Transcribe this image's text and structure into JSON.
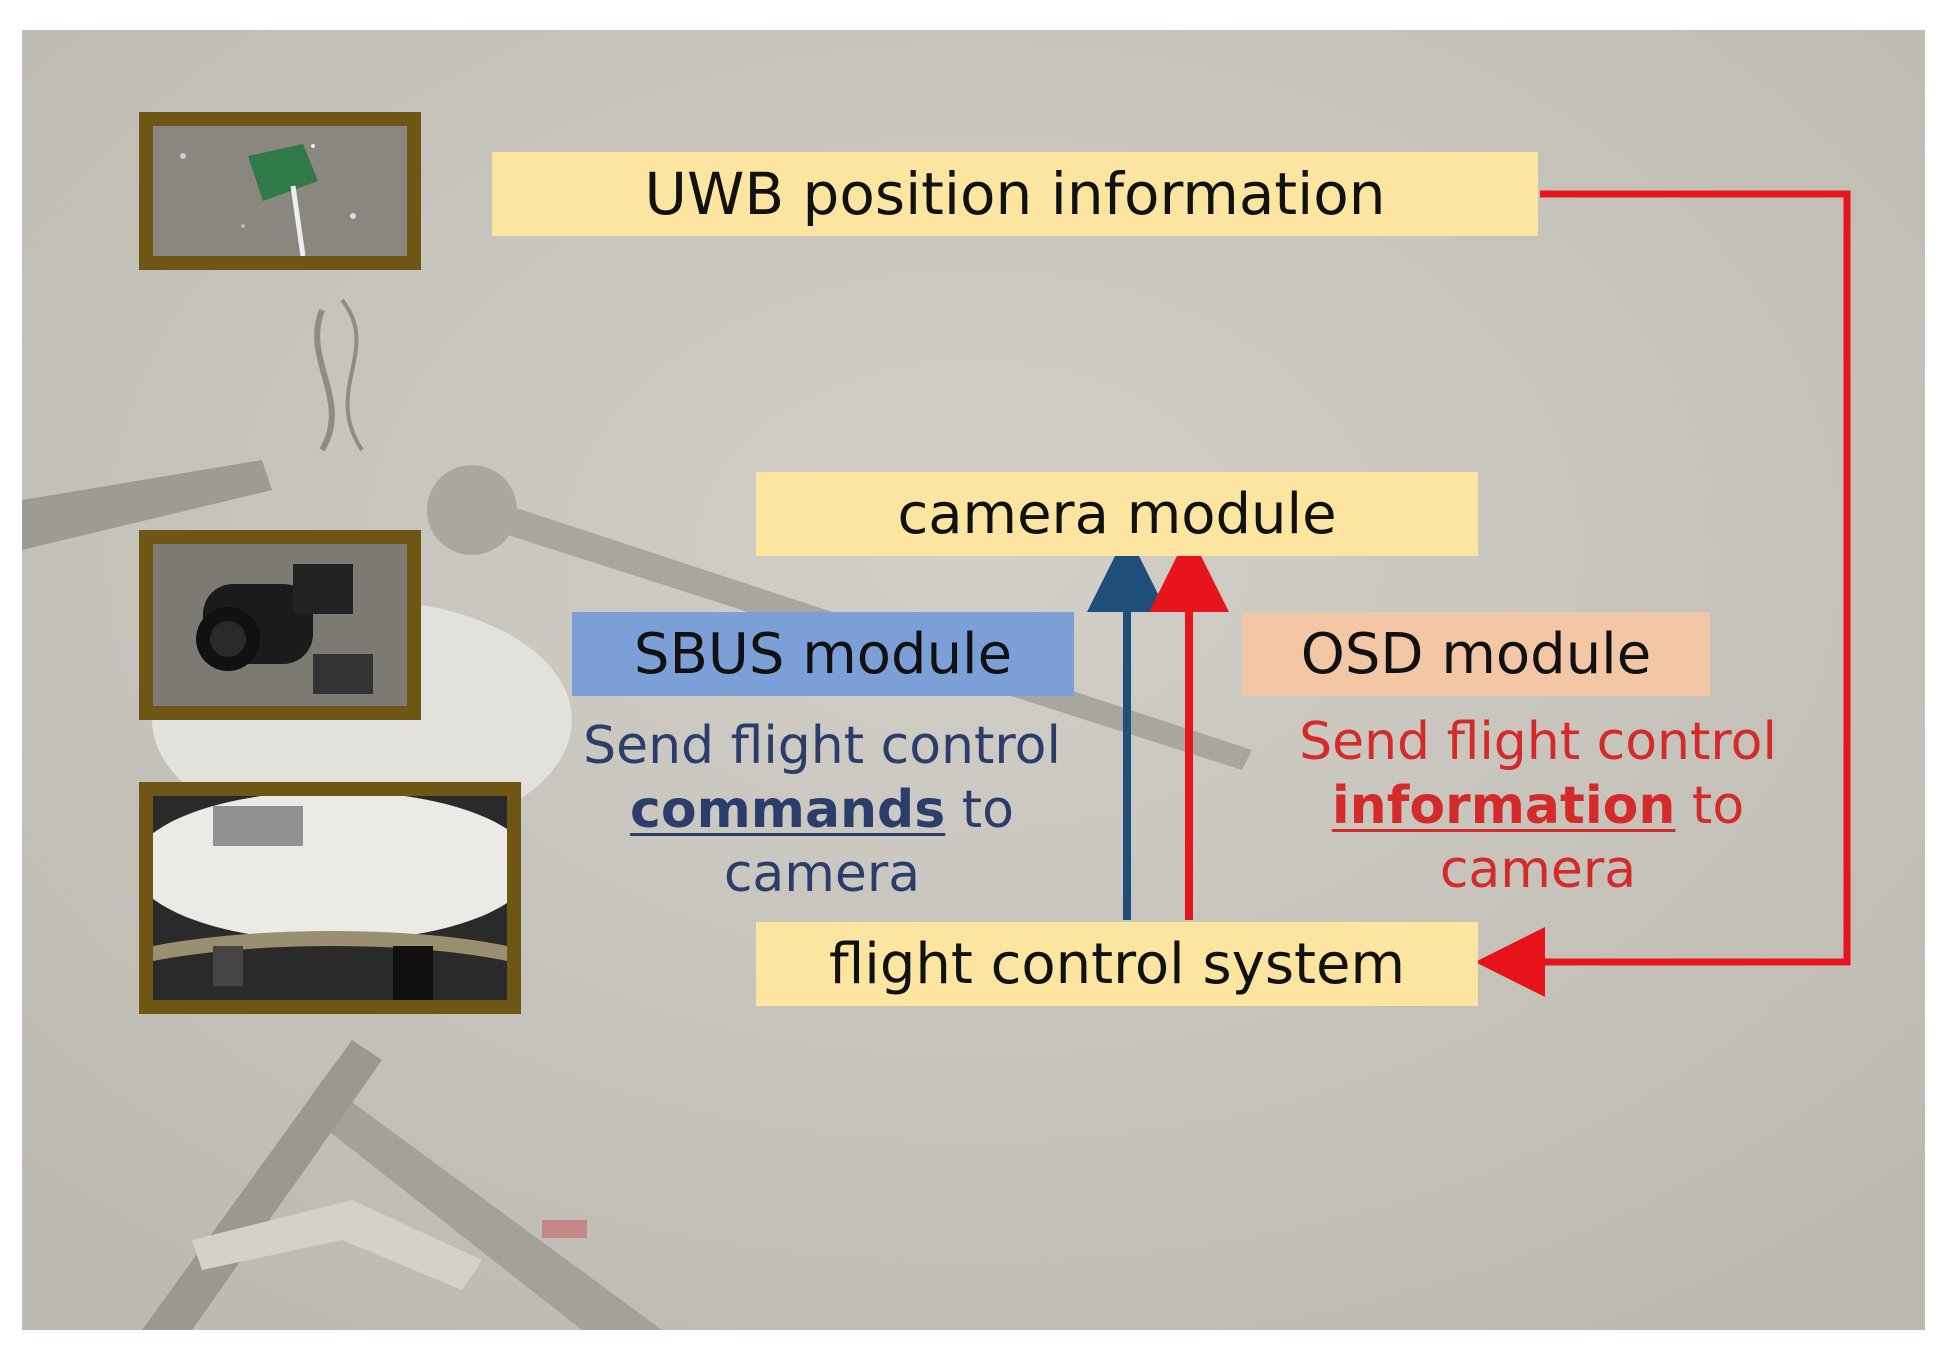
{
  "diagram": {
    "nodes": {
      "uwb": "UWB position information",
      "camera": "camera module",
      "sbus": "SBUS module",
      "osd": "OSD module",
      "fcs": "flight control system"
    },
    "sbus_desc": {
      "line1": "Send flight control",
      "keyword": "commands",
      "line2_rest": " to",
      "line3": "camera"
    },
    "osd_desc": {
      "line1": "Send flight control",
      "keyword": "information",
      "line2_rest": " to",
      "line3": "camera"
    },
    "colors": {
      "box_yellow": "#fbe5a0",
      "box_blue": "#7c9fd8",
      "box_peach": "#f3c7a6",
      "arrow_blue": "#1f4e79",
      "arrow_red": "#e8141b",
      "frame": "#6e5714",
      "desc_blue": "#2b3e6b",
      "desc_red": "#d42a2a"
    },
    "photos": [
      "uwb-module-photo",
      "camera-gimbal-photo",
      "flight-controller-photo"
    ]
  }
}
